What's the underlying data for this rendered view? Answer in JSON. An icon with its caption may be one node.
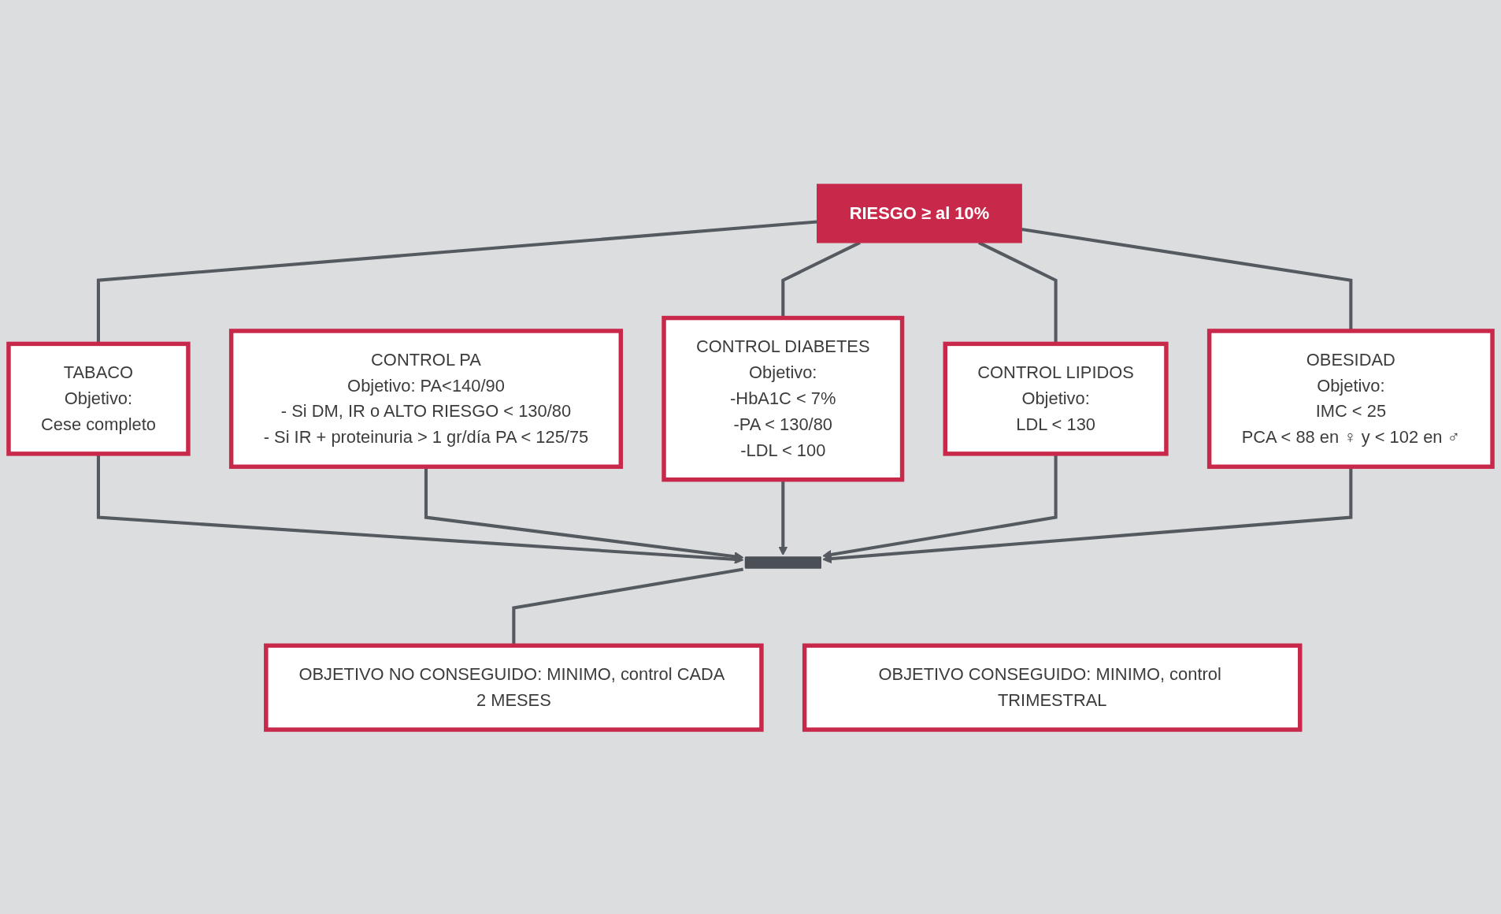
{
  "diagram": {
    "nodes": [
      {
        "text": [
          "TABACO",
          "Objetivo:",
          "Cese completo"
        ]
      },
      {
        "text": [
          "RIESGO ≥ al 10%"
        ]
      },
      {
        "text": [
          "OBESIDAD",
          "Objetivo:",
          "IMC < 25",
          "PCA < 88 en ♀ y < 102 en ♂"
        ]
      },
      {
        "text": [
          "CONTROL PA",
          "Objetivo: PA<140/90",
          "- Si DM, IR o ALTO RIESGO < 130/80",
          "- Si IR + proteinuria > 1 gr/día PA < 125/75"
        ]
      },
      {
        "text": [
          "CONTROL DIABETES",
          "Objetivo:",
          "-HbA1C < 7%",
          "-PA < 130/80",
          "-LDL < 100"
        ]
      },
      {
        "text": [
          "CONTROL LIPIDOS",
          "Objetivo:",
          "LDL < 130"
        ]
      },
      {
        "text": [],
        "shape": "bar"
      },
      {
        "text": [
          "OBJETIVO CONSEGUIDO: MINIMO, control TRIMESTRAL"
        ]
      },
      {
        "text": [
          "OBJETIVO NO CONSEGUIDO: MINIMO, control CADA 2 MESES"
        ]
      }
    ],
    "edges": [
      {
        "from": 1,
        "to": 0,
        "arrow": "none"
      },
      {
        "from": 1,
        "to": 2,
        "arrow": "none"
      },
      {
        "from": 1,
        "to": 4,
        "arrow": "none"
      },
      {
        "from": 1,
        "to": 5,
        "arrow": "none"
      },
      {
        "from": 0,
        "to": 6,
        "arrow": "to"
      },
      {
        "from": 3,
        "to": 6,
        "arrow": "to"
      },
      {
        "from": 4,
        "to": 6,
        "arrow": "to"
      },
      {
        "from": 5,
        "to": 6,
        "arrow": "to"
      },
      {
        "from": 2,
        "to": 6,
        "arrow": "to"
      },
      {
        "from": 6,
        "to": 8,
        "arrow": "none"
      }
    ]
  }
}
